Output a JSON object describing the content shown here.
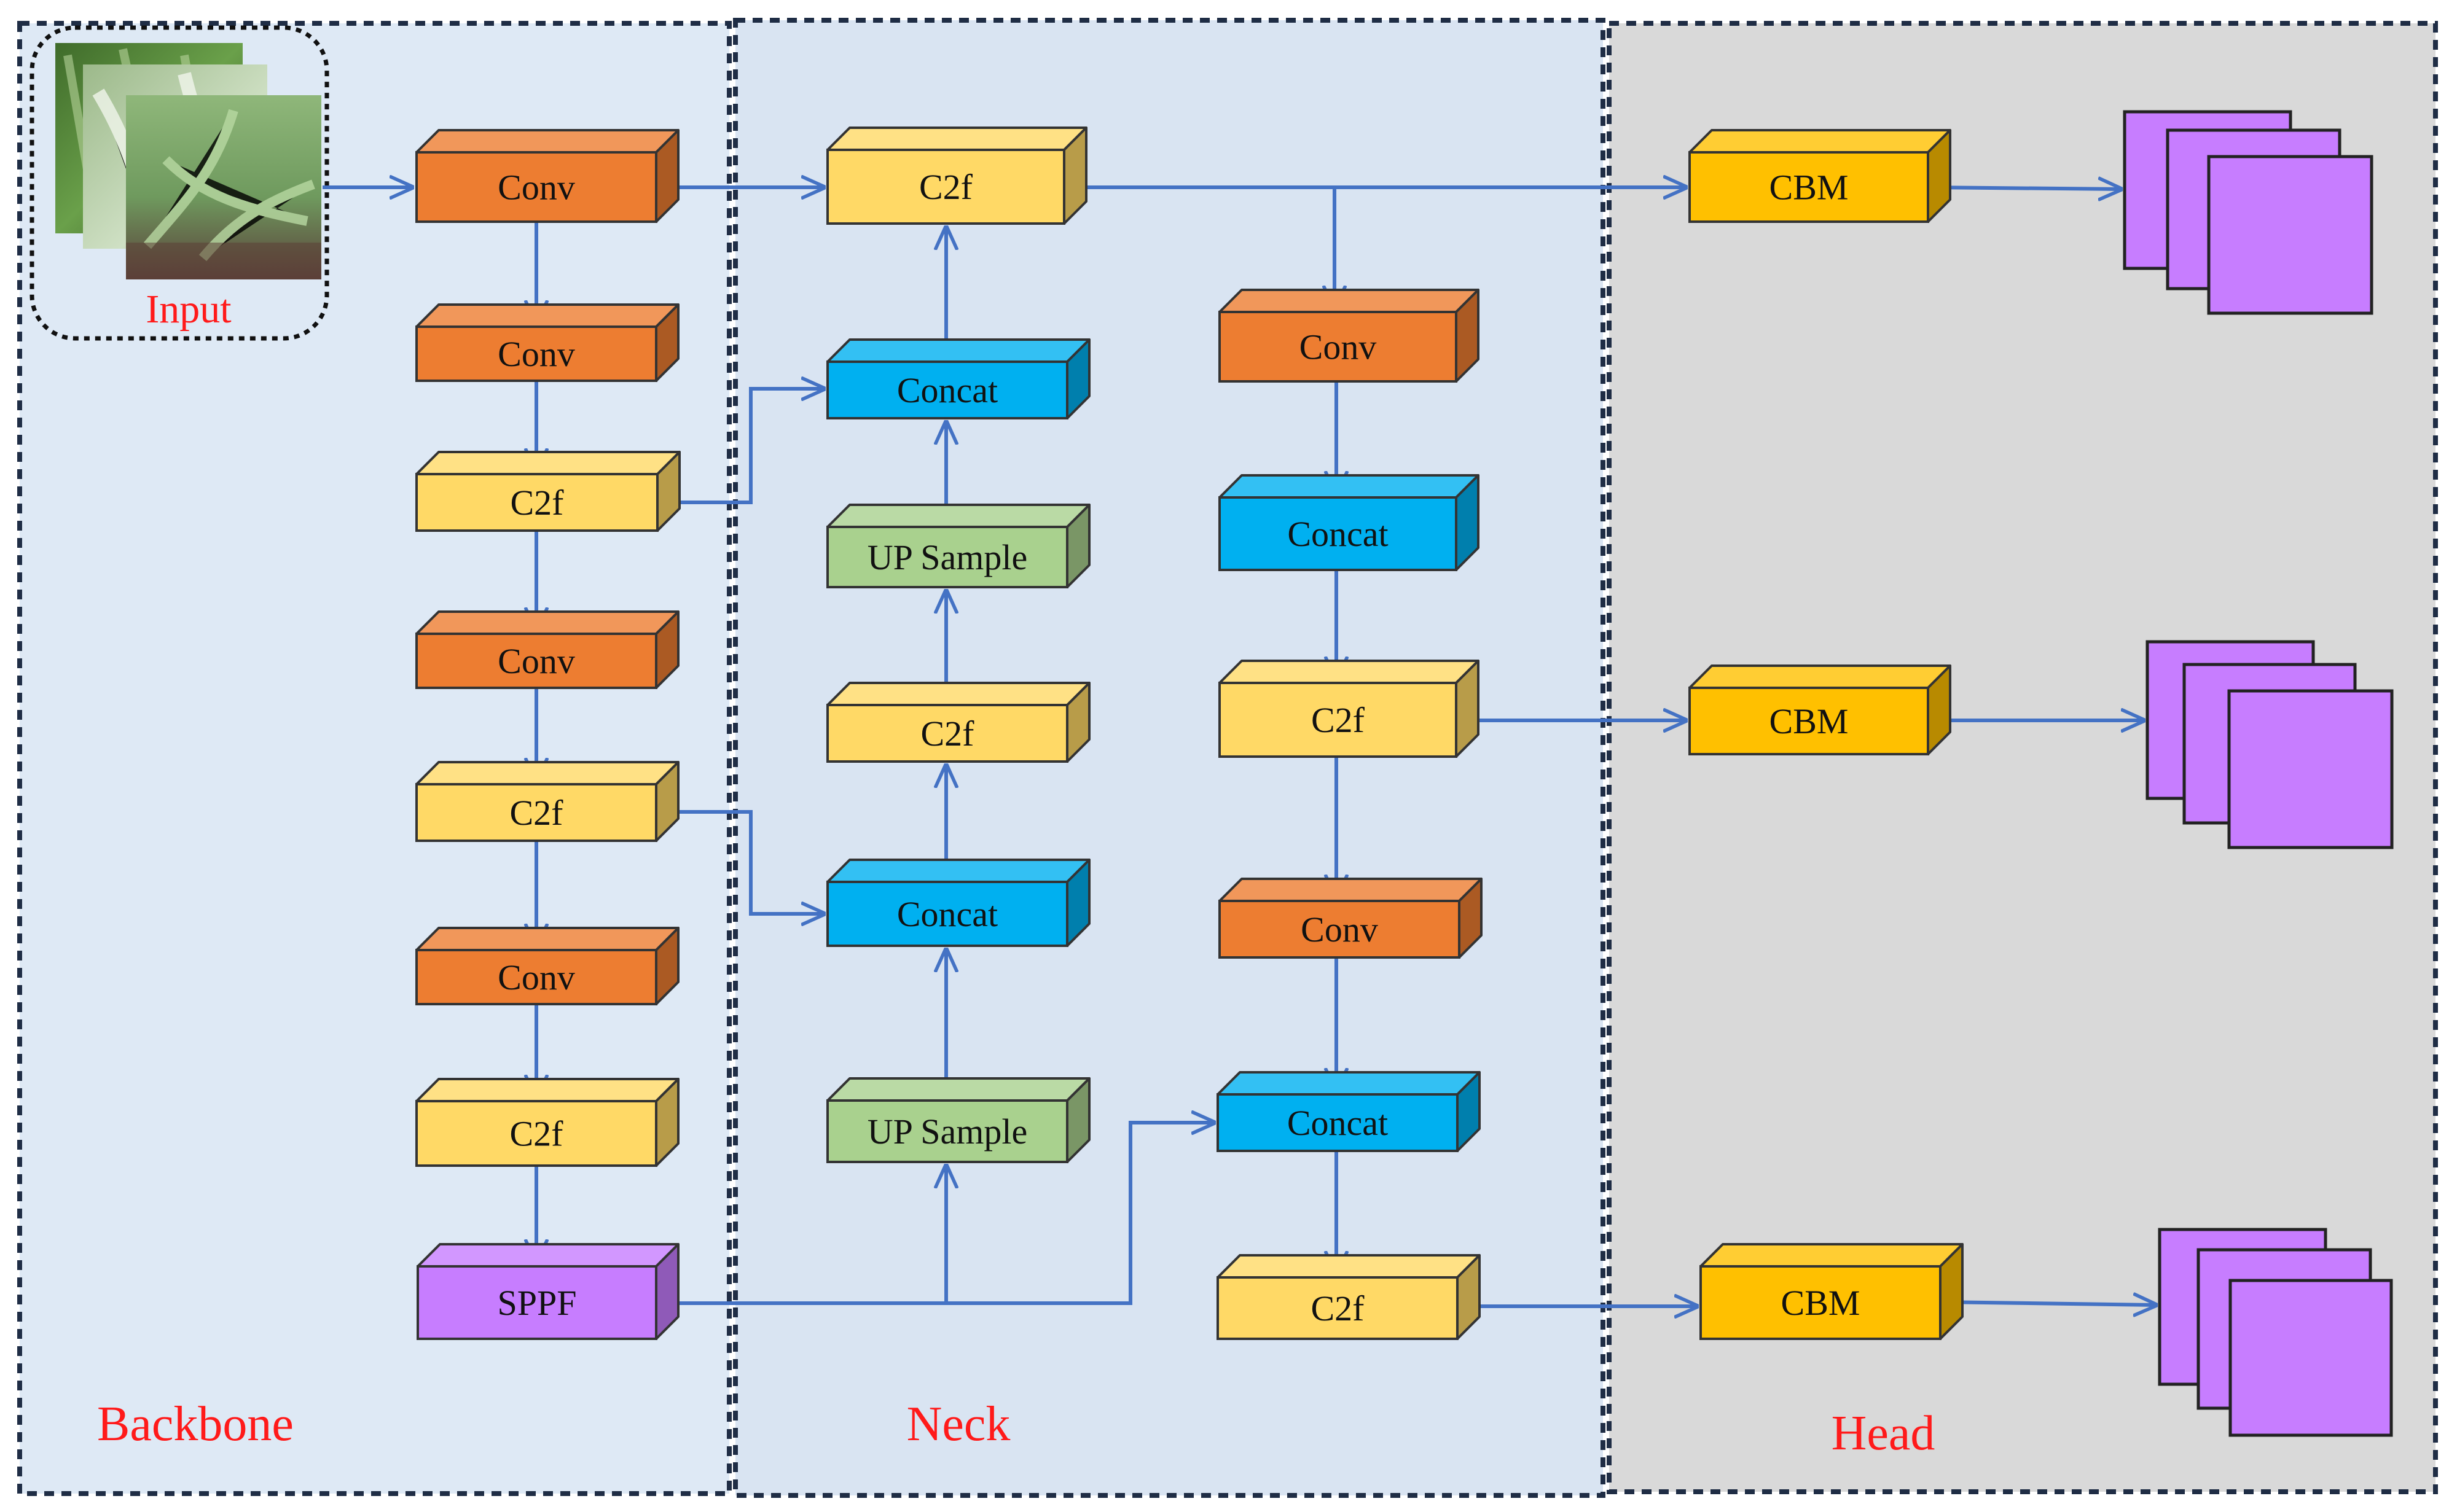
{
  "sections": {
    "backbone": "Backbone",
    "neck": "Neck",
    "head": "Head"
  },
  "input": {
    "label": "Input"
  },
  "backbone": {
    "b1": "Conv",
    "b2": "Conv",
    "b3": "C2f",
    "b4": "Conv",
    "b5": "C2f",
    "b6": "Conv",
    "b7": "C2f",
    "b8": "SPPF"
  },
  "neck": {
    "n1": "C2f",
    "n2": "Concat",
    "n3": "UP Sample",
    "n4": "C2f",
    "n5": "Concat",
    "n6": "UP Sample",
    "m1": "Conv",
    "m2": "Concat",
    "m3": "C2f",
    "m4": "Conv",
    "m5": "Concat",
    "m6": "C2f"
  },
  "head": {
    "h1": "CBM",
    "h2": "CBM",
    "h3": "CBM"
  },
  "colors": {
    "conv": "#ed7d31",
    "c2f": "#ffd966",
    "concat": "#00b0f0",
    "upsample": "#a9d18e",
    "sppf": "#c77dff",
    "cbm": "#ffc000",
    "output": "#c77dff",
    "arrow": "#4472c4",
    "backbone_bg": "#dee9f5",
    "neck_bg": "#d9e4f2",
    "head_bg": "#d9d9d9"
  }
}
